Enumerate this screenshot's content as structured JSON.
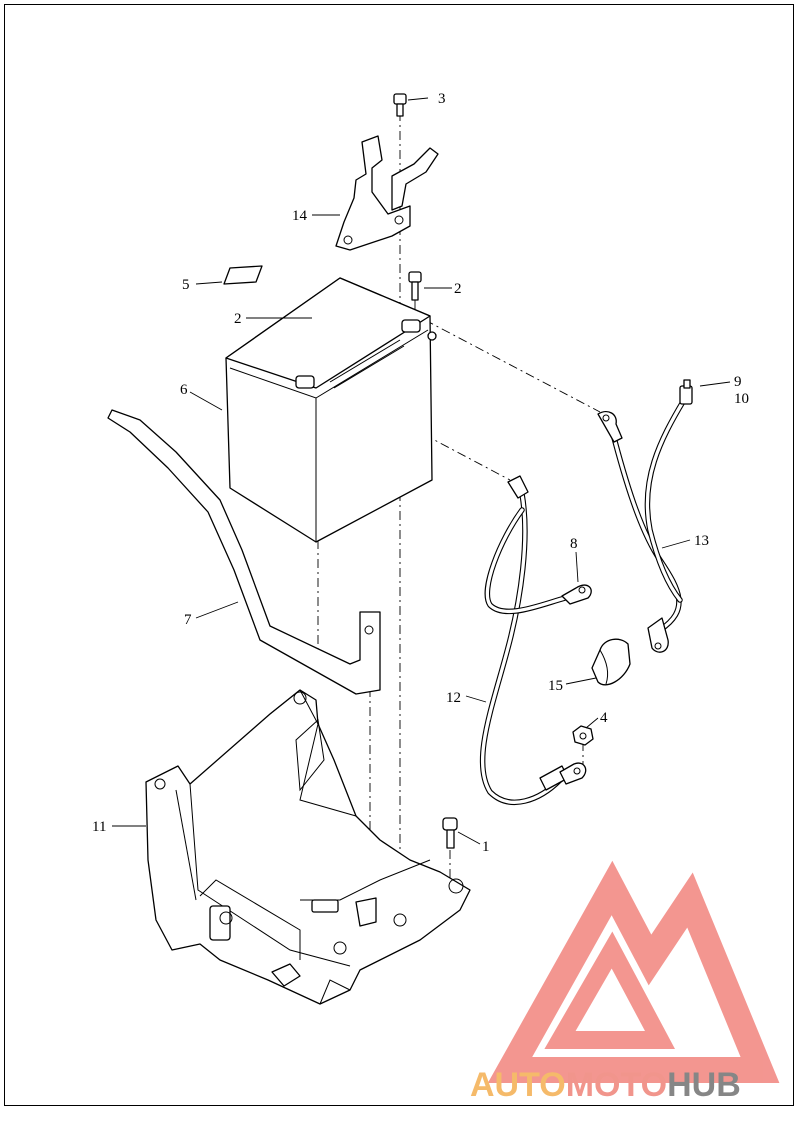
{
  "diagram": {
    "callouts": [
      {
        "id": "c1",
        "label": "1"
      },
      {
        "id": "c2a",
        "label": "2"
      },
      {
        "id": "c2b",
        "label": "2"
      },
      {
        "id": "c3",
        "label": "3"
      },
      {
        "id": "c4",
        "label": "4"
      },
      {
        "id": "c5",
        "label": "5"
      },
      {
        "id": "c6",
        "label": "6"
      },
      {
        "id": "c7",
        "label": "7"
      },
      {
        "id": "c8",
        "label": "8"
      },
      {
        "id": "c9",
        "label": "9"
      },
      {
        "id": "c10",
        "label": "10"
      },
      {
        "id": "c11",
        "label": "11"
      },
      {
        "id": "c12",
        "label": "12"
      },
      {
        "id": "c13",
        "label": "13"
      },
      {
        "id": "c14",
        "label": "14"
      },
      {
        "id": "c15",
        "label": "15"
      }
    ]
  },
  "watermark": {
    "part1": "AUTO",
    "part2": "MOTO",
    "part3": "HUB",
    "colors": {
      "auto": "#f5b35a",
      "moto": "#f08a80",
      "hub": "#7a7a7a",
      "logo": "#f28b85"
    }
  }
}
